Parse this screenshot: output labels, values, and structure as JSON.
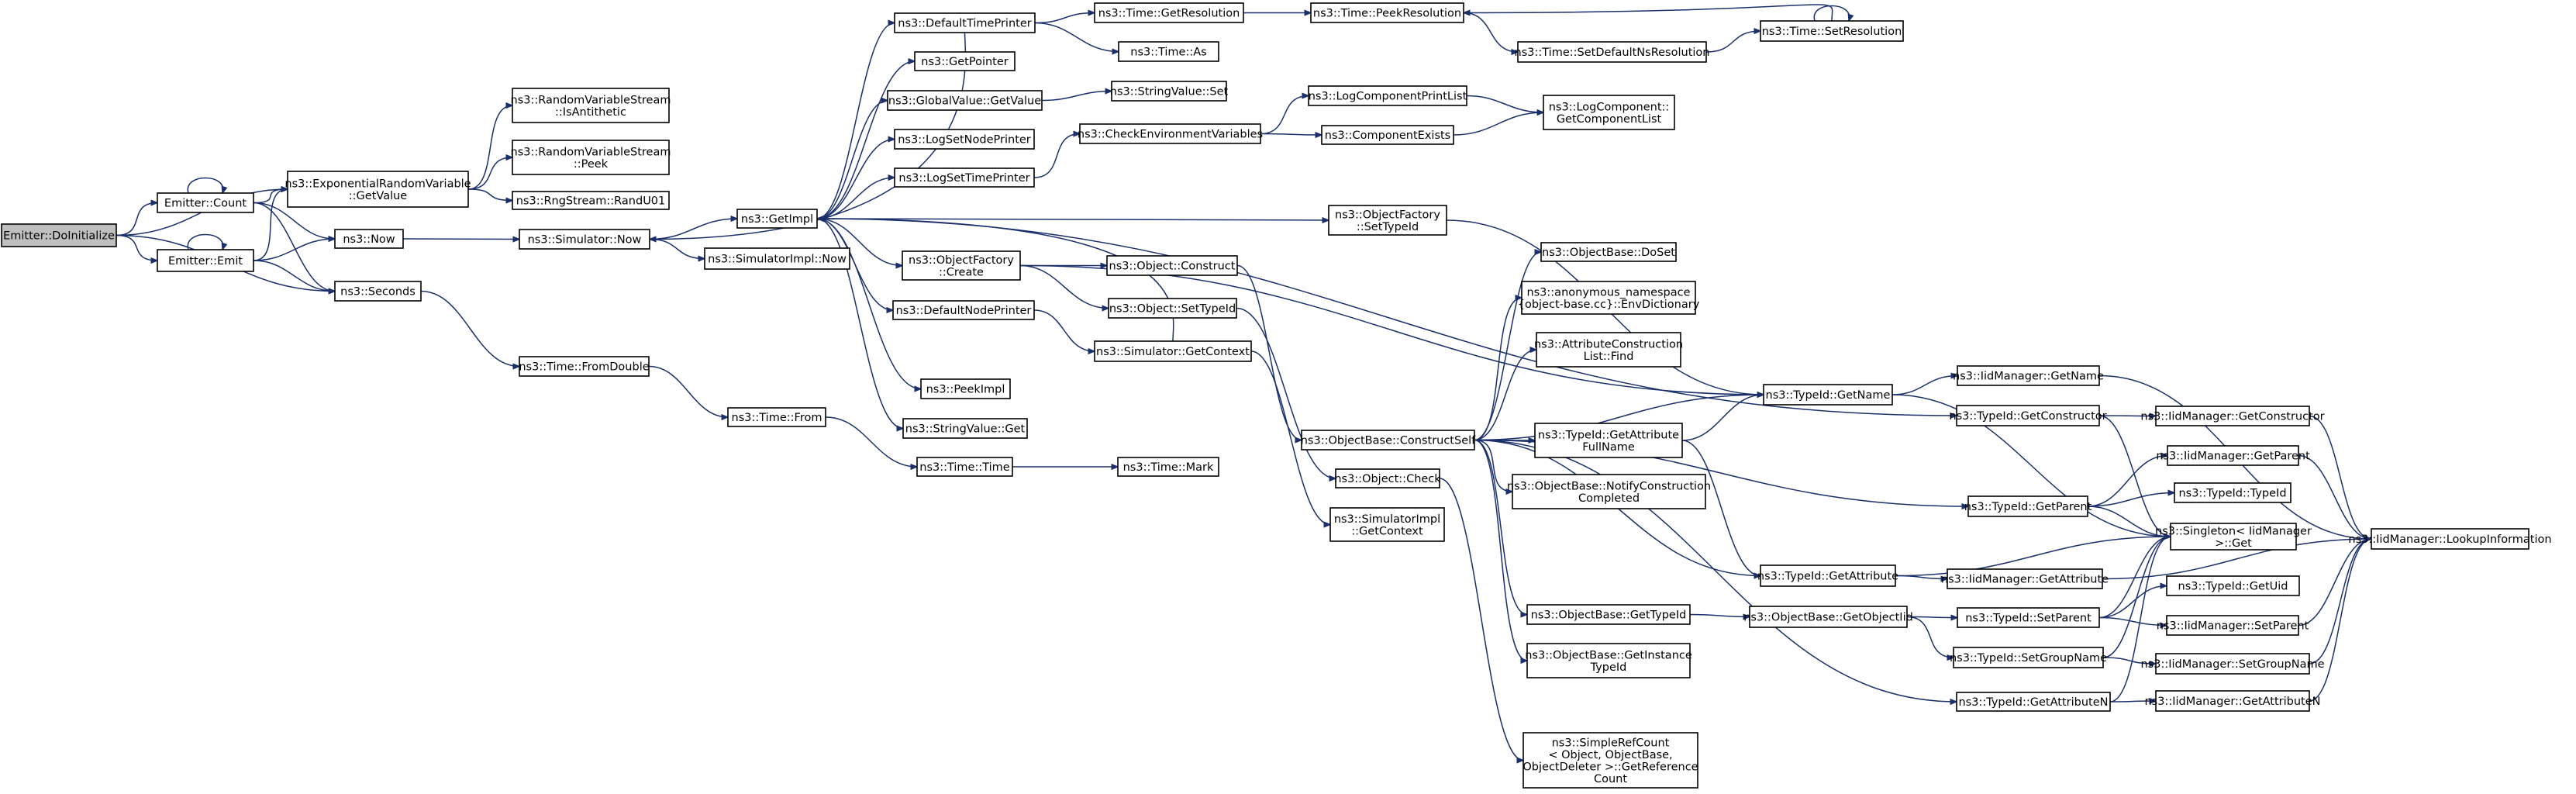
{
  "colors": {
    "edge": "#1b2f6b",
    "node_border": "#000000",
    "root_fill": "#bfbfbf",
    "node_fill": "#ffffff",
    "background": "#ffffff"
  },
  "nodes": {
    "n0": {
      "lines": [
        "Emitter::DoInitialize"
      ]
    },
    "n1": {
      "lines": [
        "Emitter::Count"
      ]
    },
    "n2": {
      "lines": [
        "Emitter::Emit"
      ]
    },
    "n3": {
      "lines": [
        "ns3::ExponentialRandomVariable",
        "::GetValue"
      ]
    },
    "n4": {
      "lines": [
        "ns3::Now"
      ]
    },
    "n5": {
      "lines": [
        "ns3::Seconds"
      ]
    },
    "n6": {
      "lines": [
        "ns3::RandomVariableStream",
        "::IsAntithetic"
      ]
    },
    "n7": {
      "lines": [
        "ns3::RandomVariableStream",
        "::Peek"
      ]
    },
    "n8": {
      "lines": [
        "ns3::RngStream::RandU01"
      ]
    },
    "n9": {
      "lines": [
        "ns3::Simulator::Now"
      ]
    },
    "n10": {
      "lines": [
        "ns3::Time::FromDouble"
      ]
    },
    "n11": {
      "lines": [
        "ns3::GetImpl"
      ]
    },
    "n12": {
      "lines": [
        "ns3::SimulatorImpl::Now"
      ]
    },
    "n13": {
      "lines": [
        "ns3::Time::From"
      ]
    },
    "n14": {
      "lines": [
        "ns3::DefaultTimePrinter"
      ]
    },
    "n15": {
      "lines": [
        "ns3::GetPointer"
      ]
    },
    "n16": {
      "lines": [
        "ns3::GlobalValue::GetValue"
      ]
    },
    "n17": {
      "lines": [
        "ns3::LogSetNodePrinter"
      ]
    },
    "n18": {
      "lines": [
        "ns3::LogSetTimePrinter"
      ]
    },
    "n19": {
      "lines": [
        "ns3::ObjectFactory",
        "::Create"
      ]
    },
    "n20": {
      "lines": [
        "ns3::DefaultNodePrinter"
      ]
    },
    "n21": {
      "lines": [
        "ns3::PeekImpl"
      ]
    },
    "n22": {
      "lines": [
        "ns3::StringValue::Get"
      ]
    },
    "n23": {
      "lines": [
        "ns3::Time::Time"
      ]
    },
    "n24": {
      "lines": [
        "ns3::Time::GetResolution"
      ]
    },
    "n25": {
      "lines": [
        "ns3::Time::As"
      ]
    },
    "n26": {
      "lines": [
        "ns3::StringValue::Set"
      ]
    },
    "n27": {
      "lines": [
        "ns3::CheckEnvironmentVariables"
      ]
    },
    "n28": {
      "lines": [
        "ns3::Object::Construct"
      ]
    },
    "n29": {
      "lines": [
        "ns3::Object::SetTypeId"
      ]
    },
    "n30": {
      "lines": [
        "ns3::Simulator::GetContext"
      ]
    },
    "n31": {
      "lines": [
        "ns3::Time::Mark"
      ]
    },
    "n32": {
      "lines": [
        "ns3::Time::PeekResolution"
      ]
    },
    "n33": {
      "lines": [
        "ns3::LogComponentPrintList"
      ]
    },
    "n34": {
      "lines": [
        "ns3::ComponentExists"
      ]
    },
    "n35": {
      "lines": [
        "ns3::ObjectFactory",
        "::SetTypeId"
      ]
    },
    "n36": {
      "lines": [
        "ns3::ObjectBase::ConstructSelf"
      ]
    },
    "n37": {
      "lines": [
        "ns3::Object::Check"
      ]
    },
    "n38": {
      "lines": [
        "ns3::SimulatorImpl",
        "::GetContext"
      ]
    },
    "n39": {
      "lines": [
        "ns3::Time::SetDefaultNsResolution"
      ]
    },
    "n40": {
      "lines": [
        "ns3::LogComponent::",
        "GetComponentList"
      ]
    },
    "n41": {
      "lines": [
        "ns3::ObjectBase::DoSet"
      ]
    },
    "n42": {
      "lines": [
        "ns3::anonymous_namespace",
        "{object-base.cc}::EnvDictionary"
      ]
    },
    "n43": {
      "lines": [
        "ns3::AttributeConstruction",
        "List::Find"
      ]
    },
    "n44": {
      "lines": [
        "ns3::TypeId::GetAttribute",
        "FullName"
      ]
    },
    "n45": {
      "lines": [
        "ns3::ObjectBase::NotifyConstruction",
        "Completed"
      ]
    },
    "n46": {
      "lines": [
        "ns3::ObjectBase::GetTypeId"
      ]
    },
    "n47": {
      "lines": [
        "ns3::ObjectBase::GetInstance",
        "TypeId"
      ]
    },
    "n48": {
      "lines": [
        "ns3::SimpleRefCount",
        "< Object, ObjectBase,",
        "ObjectDeleter >::GetReference",
        "Count"
      ]
    },
    "n49": {
      "lines": [
        "ns3::Time::SetResolution"
      ]
    },
    "n50": {
      "lines": [
        "ns3::TypeId::GetName"
      ]
    },
    "n51": {
      "lines": [
        "ns3::TypeId::GetAttribute"
      ]
    },
    "n52": {
      "lines": [
        "ns3::ObjectBase::GetObjectIid"
      ]
    },
    "n53": {
      "lines": [
        "ns3::TypeId::GetAttributeN"
      ]
    },
    "n54": {
      "lines": [
        "ns3::IidManager::GetName"
      ]
    },
    "n55": {
      "lines": [
        "ns3::TypeId::GetConstructor"
      ]
    },
    "n56": {
      "lines": [
        "ns3::TypeId::GetParent"
      ]
    },
    "n57": {
      "lines": [
        "ns3::Singleton< IidManager",
        ">::Get"
      ]
    },
    "n58": {
      "lines": [
        "ns3::TypeId::SetParent"
      ]
    },
    "n59": {
      "lines": [
        "ns3::TypeId::SetGroupName"
      ]
    },
    "n60": {
      "lines": [
        "ns3::IidManager::GetConstructor"
      ]
    },
    "n61": {
      "lines": [
        "ns3::IidManager::GetParent"
      ]
    },
    "n62": {
      "lines": [
        "ns3::TypeId::TypeId"
      ]
    },
    "n63": {
      "lines": [
        "ns3::IidManager::GetAttribute"
      ]
    },
    "n64": {
      "lines": [
        "ns3::TypeId::GetUid"
      ]
    },
    "n65": {
      "lines": [
        "ns3::IidManager::SetParent"
      ]
    },
    "n66": {
      "lines": [
        "ns3::IidManager::SetGroupName"
      ]
    },
    "n67": {
      "lines": [
        "ns3::IidManager::GetAttributeN"
      ]
    },
    "n68": {
      "lines": [
        "ns3::IidManager::LookupInformation"
      ]
    }
  }
}
